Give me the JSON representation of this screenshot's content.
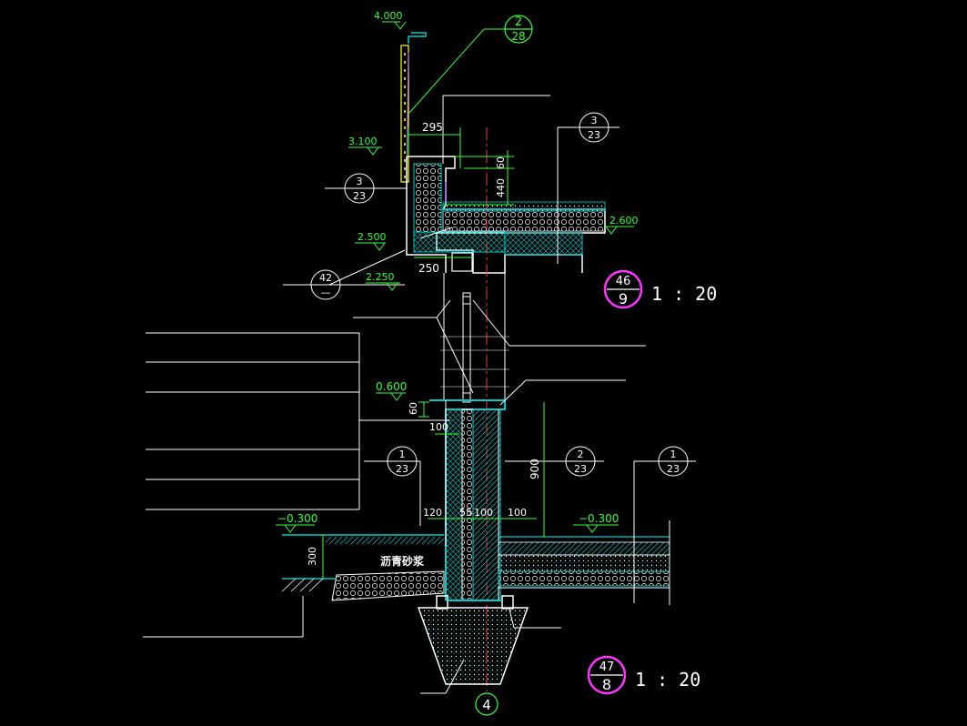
{
  "elevations": {
    "top": "4.000",
    "parapet": "3.100",
    "roof": "2.600",
    "slab_top": "2.500",
    "beam_bottom": "2.250",
    "sill": "0.600",
    "ground_left": "−0.300",
    "ground_right": "−0.300"
  },
  "dimensions": {
    "d295": "295",
    "d60_top": "60",
    "d440": "440",
    "d250": "250",
    "d60_sill": "60",
    "d100_sill": "100",
    "d900": "900",
    "d120": "120",
    "d55": "55",
    "d100_wall": "100",
    "d100_right": "100",
    "d300": "300"
  },
  "callouts": {
    "c2_28": {
      "num": "2",
      "sheet": "28"
    },
    "c3_23_top": {
      "num": "3",
      "sheet": "23"
    },
    "c3_23_left": {
      "num": "3",
      "sheet": "23"
    },
    "c42": {
      "num": "42",
      "sheet": "—"
    },
    "c1_23_mid": {
      "num": "1",
      "sheet": "23"
    },
    "c2_23": {
      "num": "2",
      "sheet": "23"
    },
    "c1_23_right": {
      "num": "1",
      "sheet": "23"
    },
    "axis4": "4"
  },
  "details": [
    {
      "num": "46",
      "sheet": "9",
      "scale": "1 : 20"
    },
    {
      "num": "47",
      "sheet": "8",
      "scale": "1 : 20"
    }
  ],
  "notes": {
    "asphalt": "沥青砂浆"
  },
  "colors": {
    "background": "#000000",
    "line": "#ffffff",
    "dimension": "#33ff33",
    "structure": "#00cccc",
    "callout_magenta": "#ff33ff",
    "axis_red": "#ff3333",
    "metal": "#ffff33",
    "purple": "#aa66ff"
  }
}
